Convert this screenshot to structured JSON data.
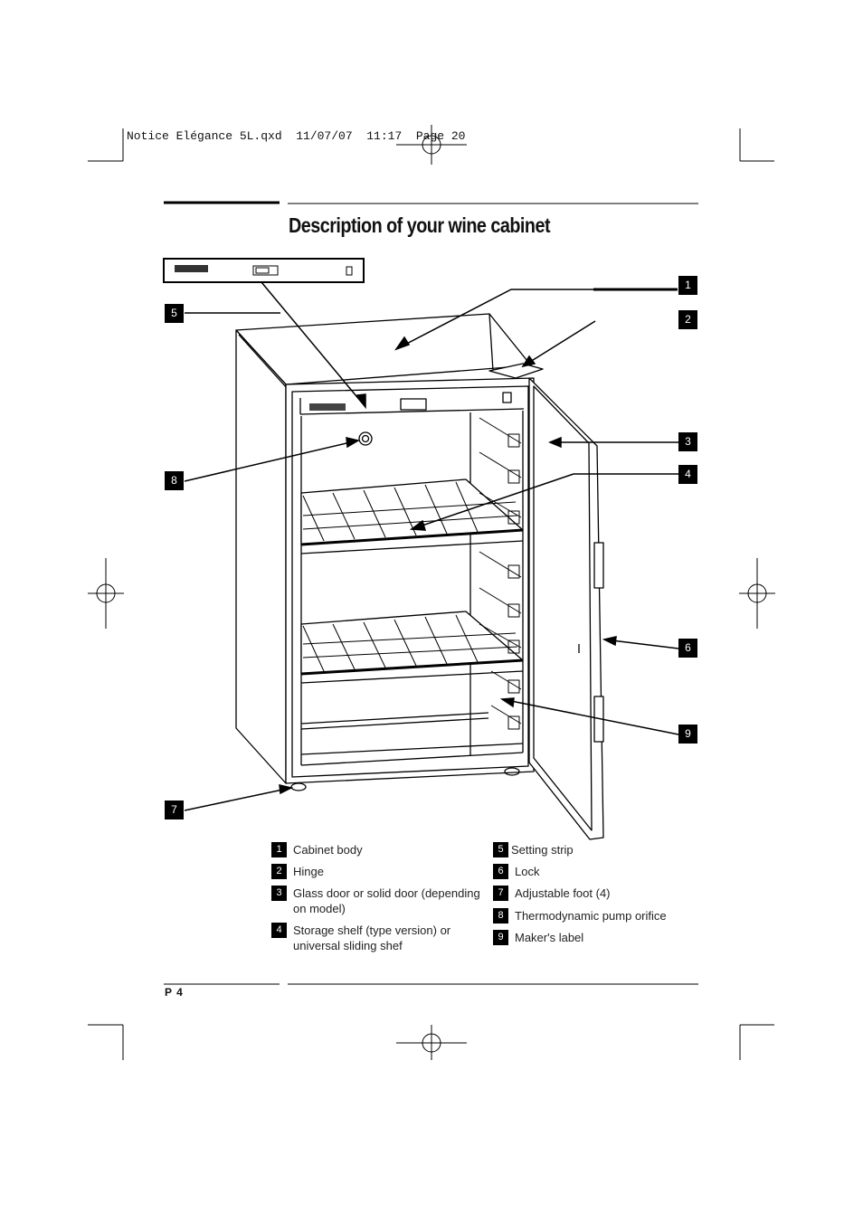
{
  "slug": {
    "text": "Notice Elégance 5L.qxd  11/07/07  11:17  Page 20"
  },
  "title": "Description of your wine cabinet",
  "callouts": [
    "1",
    "2",
    "3",
    "4",
    "5",
    "6",
    "7",
    "8",
    "9"
  ],
  "legend": [
    {
      "num": "1",
      "text": "Cabinet body"
    },
    {
      "num": "2",
      "text": "Hinge"
    },
    {
      "num": "3",
      "text": "Glass door or solid door (depending on model)"
    },
    {
      "num": "4",
      "text": "Storage shelf (type version) or universal sliding shef"
    },
    {
      "num": "5",
      "text": "Setting strip"
    },
    {
      "num": "6",
      "text": "Lock"
    },
    {
      "num": "7",
      "text": "Adjustable foot (4)"
    },
    {
      "num": "8",
      "text": "Thermodynamic pump orifice"
    },
    {
      "num": "9",
      "text": "Maker's label"
    }
  ],
  "page_number": "P 4",
  "colors": {
    "ink": "#111111",
    "callout_bg": "#000000",
    "callout_fg": "#ffffff"
  }
}
